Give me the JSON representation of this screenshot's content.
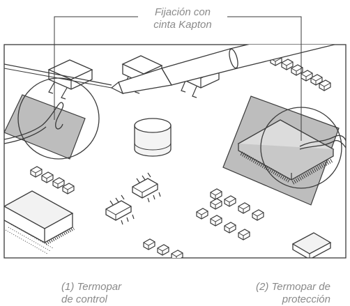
{
  "callouts": {
    "fixing": {
      "line1": "Fijación con",
      "line2": "cinta Kapton"
    },
    "control": {
      "line1": "(1) Termopar",
      "line2": "de control"
    },
    "protection": {
      "line1": "(2) Termopar de",
      "line2": "protección"
    }
  },
  "colors": {
    "line": "#3a3a3a",
    "label": "#8a8a8a",
    "tape": "#b8b8b8",
    "ic_top": "#d9d9d9",
    "board": "#ffffff"
  },
  "icons": [
    "soldering-iron-icon",
    "thermocouple-wire-icon",
    "kapton-tape-icon",
    "ic-chip-icon",
    "smd-component-icon",
    "cylindrical-capacitor-icon"
  ]
}
